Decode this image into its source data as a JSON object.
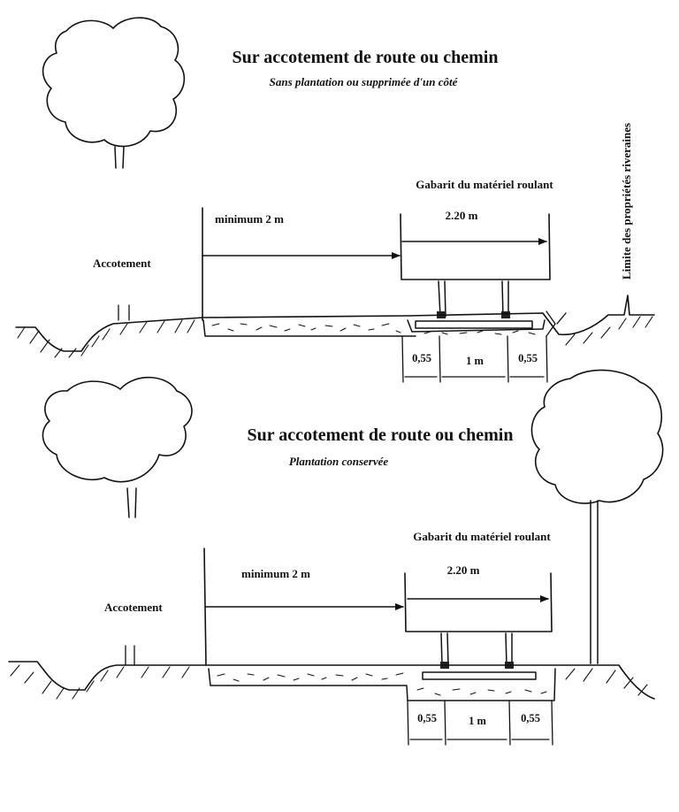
{
  "top_section": {
    "title": "Sur accotement de route ou chemin",
    "subtitle": "Sans plantation ou supprimée d'un côté",
    "gauge_label": "Gabarit du matériel roulant",
    "minimum_label": "minimum 2 m",
    "width_label": "2.20 m",
    "shoulder_label": "Accotement",
    "dim_left": "0,55",
    "dim_middle": "1 m",
    "dim_right": "0,55"
  },
  "side_label": "Limite des propriétés riveraines",
  "bottom_section": {
    "title": "Sur accotement de route ou chemin",
    "subtitle": "Plantation conservée",
    "gauge_label": "Gabarit du matériel roulant",
    "minimum_label": "minimum 2 m",
    "width_label": "2.20 m",
    "shoulder_label": "Accotement",
    "dim_left": "0,55",
    "dim_middle": "1 m",
    "dim_right": "0,55"
  }
}
